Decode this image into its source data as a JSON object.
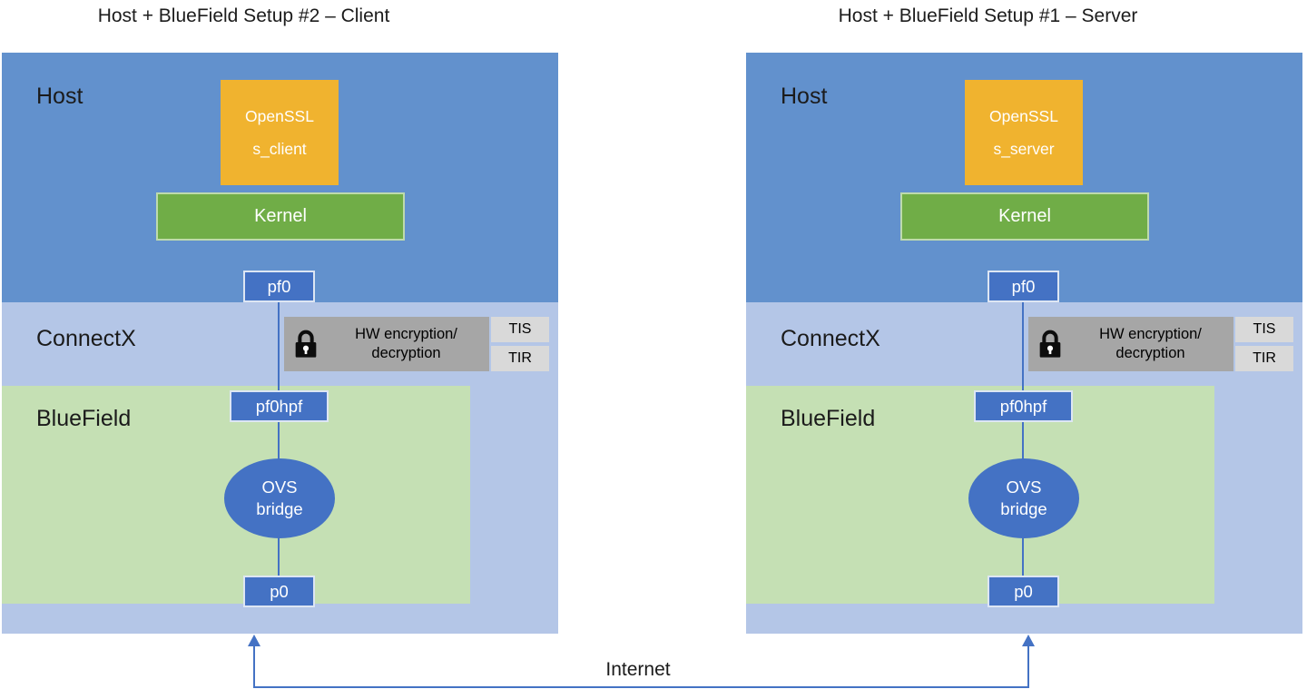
{
  "internet_label": "Internet",
  "colors": {
    "host_blue": "#6291cd",
    "panel_lavender": "#b4c6e7",
    "bluefield_green": "#c5e0b4",
    "kernel_green": "#70ad47",
    "node_blue": "#4472c4",
    "openssl_gold": "#f0b32f",
    "hw_gray": "#a6a6a6",
    "tis_tir_gray": "#d9d9d9",
    "line_blue": "#4472c4"
  },
  "panels": [
    {
      "title": "Host + BlueField Setup #2 – Client",
      "host_label": "Host",
      "openssl": {
        "line1": "OpenSSL",
        "line2": "s_client"
      },
      "kernel_label": "Kernel",
      "pf0_label": "pf0",
      "connectx_label": "ConnectX",
      "hw": {
        "line1": "HW encryption/",
        "line2": "decryption"
      },
      "tis_label": "TIS",
      "tir_label": "TIR",
      "bluefield_label": "BlueField",
      "pf0hpf_label": "pf0hpf",
      "ovs": {
        "line1": "OVS",
        "line2": "bridge"
      },
      "p0_label": "p0"
    },
    {
      "title": "Host + BlueField Setup #1 – Server",
      "host_label": "Host",
      "openssl": {
        "line1": "OpenSSL",
        "line2": "s_server"
      },
      "kernel_label": "Kernel",
      "pf0_label": "pf0",
      "connectx_label": "ConnectX",
      "hw": {
        "line1": "HW encryption/",
        "line2": "decryption"
      },
      "tis_label": "TIS",
      "tir_label": "TIR",
      "bluefield_label": "BlueField",
      "pf0hpf_label": "pf0hpf",
      "ovs": {
        "line1": "OVS",
        "line2": "bridge"
      },
      "p0_label": "p0"
    }
  ]
}
